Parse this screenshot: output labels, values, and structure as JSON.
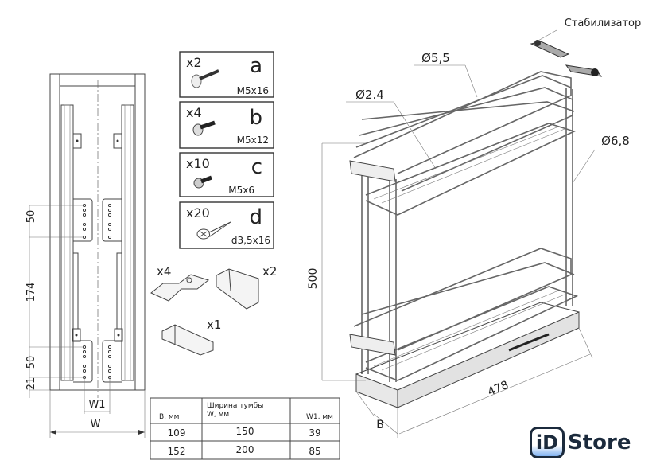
{
  "labels": {
    "stabilizer": "Стабилизатор",
    "dia_55": "Ø5,5",
    "dia_24": "Ø2.4",
    "dia_68": "Ø6,8",
    "height": "500",
    "depth": "478",
    "b": "B"
  },
  "left_view": {
    "dims": [
      "50",
      "174",
      "50",
      "21"
    ],
    "w1": "W1",
    "w": "W"
  },
  "parts": [
    {
      "qty": "x2",
      "letter": "a",
      "size": "M5x16"
    },
    {
      "qty": "x4",
      "letter": "b",
      "size": "M5x12"
    },
    {
      "qty": "x10",
      "letter": "c",
      "size": "M5x6"
    },
    {
      "qty": "x20",
      "letter": "d",
      "size": "d3,5x16"
    }
  ],
  "brackets": [
    {
      "qty": "x4"
    },
    {
      "qty": "x2"
    },
    {
      "qty": "x1"
    }
  ],
  "table": {
    "headers": [
      "B, мм",
      "Ширина тумбы",
      "W, мм",
      "W1, мм"
    ],
    "rows": [
      [
        "109",
        "150",
        "39"
      ],
      [
        "152",
        "200",
        "85"
      ]
    ]
  },
  "logo": {
    "badge": "iD",
    "word": "Store",
    "accent": "#7fb1f0",
    "dark": "#1b2a3c"
  }
}
